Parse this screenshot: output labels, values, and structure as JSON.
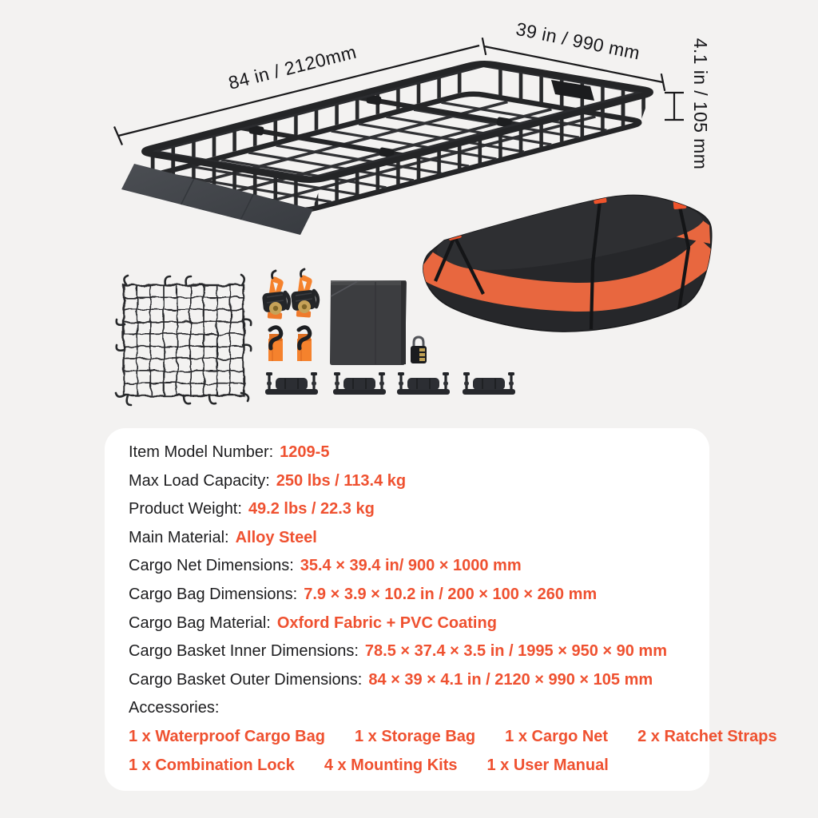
{
  "colors": {
    "background": "#f3f2f1",
    "accent_text": "#ef5130",
    "strap_orange": "#f5822d",
    "bag_band_orange": "#e8673f",
    "tube_black": "#242527"
  },
  "diagram": {
    "length_label": "84 in / 2120mm",
    "width_label": "39 in / 990 mm",
    "height_label": "4.1 in / 105 mm"
  },
  "spec_card": {
    "rows": [
      {
        "label": "Item Model Number:",
        "value": "1209-5"
      },
      {
        "label": "Max Load Capacity:",
        "value": "250 lbs / 113.4 kg"
      },
      {
        "label": "Product Weight:",
        "value": "49.2 lbs / 22.3 kg"
      },
      {
        "label": "Main Material:",
        "value": "Alloy Steel"
      },
      {
        "label": "Cargo Net Dimensions:",
        "value": "35.4 × 39.4 in/ 900 × 1000 mm"
      },
      {
        "label": "Cargo Bag Dimensions:",
        "value": "7.9 × 3.9 × 10.2 in / 200 × 100 × 260 mm"
      },
      {
        "label": "Cargo Bag Material:",
        "value": "Oxford Fabric + PVC Coating"
      },
      {
        "label": "Cargo Basket Inner Dimensions:",
        "value": "78.5 × 37.4 × 3.5 in / 1995 × 950 × 90 mm"
      },
      {
        "label": "Cargo Basket Outer Dimensions:",
        "value": "84 × 39 × 4.1 in / 2120 × 990 × 105 mm"
      }
    ],
    "accessories_label": "Accessories:",
    "accessories_line1": [
      "1 x Waterproof Cargo Bag",
      "1 x Storage Bag",
      "1 x Cargo Net",
      "2 x Ratchet Straps"
    ],
    "accessories_line2": [
      "1 x Combination Lock",
      "4 x Mounting Kits",
      "1 x User Manual"
    ]
  }
}
